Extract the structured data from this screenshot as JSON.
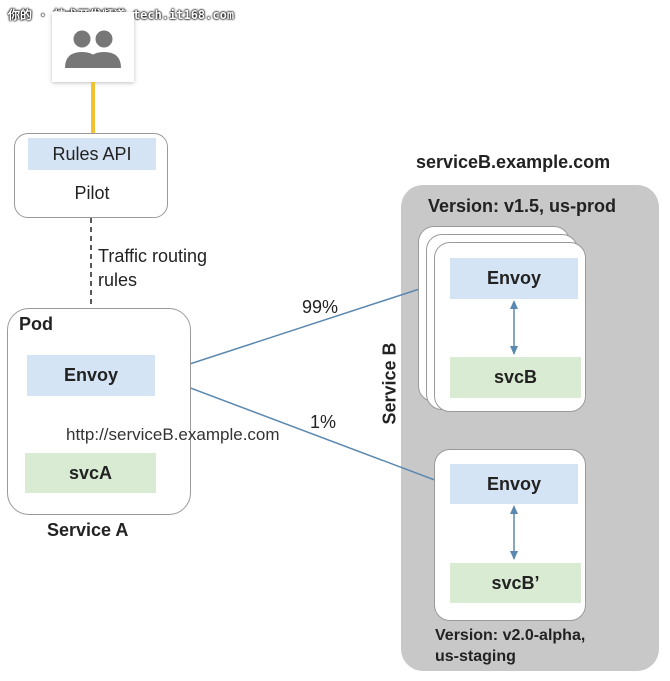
{
  "watermark": "你的 · 技术开发频道 tech.it168.com",
  "users_icon": "users-group-icon",
  "pilot": {
    "rules_api": "Rules API",
    "title": "Pilot"
  },
  "traffic_rules": {
    "line1": "Traffic routing",
    "line2": "rules"
  },
  "service_a": {
    "pod": "Pod",
    "envoy": "Envoy",
    "url": "http://serviceB.example.com",
    "svc": "svcA",
    "name": "Service A"
  },
  "routes": {
    "primary_pct": "99%",
    "secondary_pct": "1%"
  },
  "service_b": {
    "domain": "serviceB.example.com",
    "name": "Service B",
    "version_prod": "Version: v1.5, us-prod",
    "prod": {
      "envoy": "Envoy",
      "svc": "svcB"
    },
    "staging": {
      "envoy": "Envoy",
      "svc": "svcB’"
    },
    "version_staging_line1": "Version: v2.0-alpha,",
    "version_staging_line2": "us-staging"
  },
  "colors": {
    "envoy_blue": "#d5e4f5",
    "svc_green": "#d9ecd3",
    "connector_yellow": "#f0c230",
    "route_arrow": "#5b88b0",
    "cluster_gray": "#c8c8c8"
  }
}
